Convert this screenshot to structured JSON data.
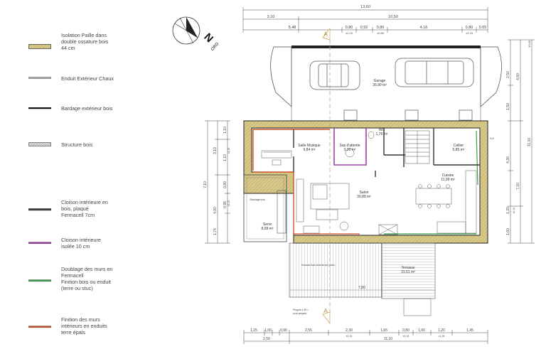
{
  "legend": [
    {
      "label": "Isolation Paille dans double ossature bois 44 cm",
      "lines": [
        "Isolation Paille dans",
        "double ossature bois",
        "44 cm"
      ],
      "swatch": "hatch-straw"
    },
    {
      "label": "Enduit Extérieur Chaux",
      "lines": [
        "Enduit Extérieur Chaux"
      ],
      "swatch": "line-grey"
    },
    {
      "label": "Bardage extérieur bois",
      "lines": [
        "Bardage extérieur bois"
      ],
      "swatch": "line-black"
    },
    {
      "label": "Structure bois",
      "lines": [
        "Structure bois"
      ],
      "swatch": "hatch-grey"
    },
    {
      "label": "Cloison intérieure en bois, plaqué Fermacell 7cm",
      "lines": [
        "Cloison intérieure en",
        "bois, plaqué",
        "Fermacell 7cm"
      ],
      "swatch": "line-dark"
    },
    {
      "label": "Cloison intérieure isolée 10 cm",
      "lines": [
        "Cloison intérieure",
        "isolée 10 cm"
      ],
      "swatch": "line-purple"
    },
    {
      "label": "Doublage des murs en Fermacell Finition bois ou enduit (terre ou stuc)",
      "lines": [
        "Doublage des murs en",
        "Fermacell",
        "Finition bois ou enduit",
        "(terre ou stuc)"
      ],
      "swatch": "line-green"
    },
    {
      "label": "Finition des murs intérieurs en enduits terre épais",
      "lines": [
        "Finition des murs",
        "intérieurs en enduits",
        "terre épais"
      ],
      "swatch": "line-orange"
    }
  ],
  "colors": {
    "straw": "#d8c98a",
    "wall_outline": "#333333",
    "purple": "#a040a8",
    "green": "#3aa04a",
    "orange": "#d0502a",
    "section": "#c9a050"
  },
  "north": {
    "letter": "N",
    "text": "ORD"
  },
  "section_marks": [
    "A",
    "A"
  ],
  "dims_top": {
    "overall": "13,60",
    "row2": [
      "3,10",
      "10,50"
    ],
    "row3": [
      "5,48",
      "0,80",
      "0,92",
      "0,80",
      "4,16",
      "0,80",
      "0,65"
    ],
    "row3_sub": [
      "±2,15",
      "±0,80",
      "±2,15"
    ]
  },
  "dims_bottom": {
    "row1": [
      "1,25",
      "1,00",
      "0,90",
      "2,55",
      "2,30",
      "1,65",
      "0,80",
      "1,00",
      "1,20",
      "1,45"
    ],
    "row1_sub": [
      "±2,15",
      "±2,15",
      "±1,25"
    ],
    "row2": [
      "2,50",
      "11,10"
    ]
  },
  "dims_left": [
    "1,10",
    "3,10",
    "1,10",
    "±2,15",
    "7,10",
    "4,00",
    "±2,15",
    "1,74",
    "0,80",
    "0,95"
  ],
  "dims_right": [
    "10,00",
    "2,50",
    "4,60",
    "1,50",
    "4,30",
    "7,10",
    "11,10",
    "1,20",
    "±2,15",
    "1,60",
    "5,0"
  ],
  "terrace_dim": "7,80",
  "rooms": [
    {
      "name": "Garage",
      "area": "39,90 m²"
    },
    {
      "name": "Salle Musique",
      "area": "9,84 m²"
    },
    {
      "name": "Sas d'attente",
      "area": "3,30 m²"
    },
    {
      "name": "WC",
      "area": "1,76 m²"
    },
    {
      "name": "Cellier",
      "area": "5,85 m²"
    },
    {
      "name": "Cuisine",
      "area": "11,99 m²"
    },
    {
      "name": "Salon",
      "area": "30,89 m²"
    },
    {
      "name": "Serre",
      "area": "8,68 m²"
    },
    {
      "name": "Terrasse",
      "area": "31,61 m²"
    }
  ],
  "small_labels": {
    "stockage": "Stockage bois",
    "terrace_note": "Terrasse bois ouverte sur jardin",
    "pergola": "Pergola 1,50 ×",
    "pergola2": "pour pergola"
  }
}
